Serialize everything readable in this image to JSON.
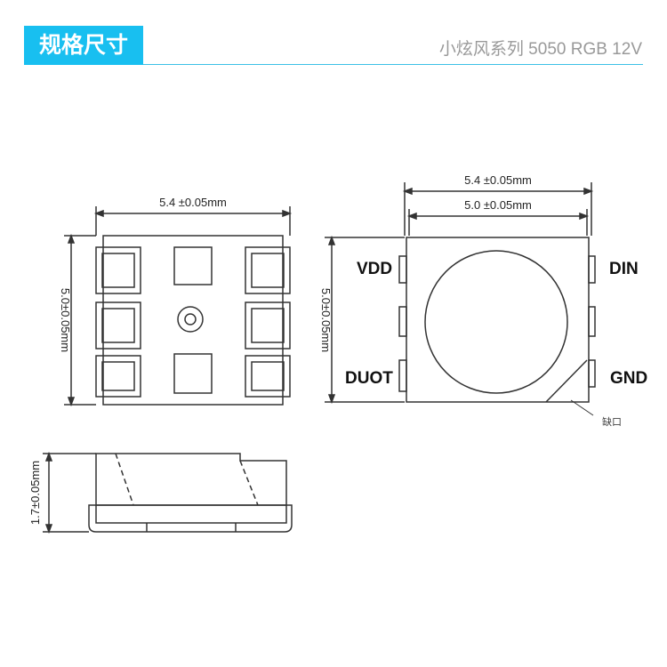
{
  "header": {
    "title": "规格尺寸",
    "subtitle": "小炫风系列 5050 RGB 12V"
  },
  "top_view": {
    "width_label": "5.4 ±0.05mm",
    "height_label": "5.0±0.05mm"
  },
  "front_view": {
    "outer_width_label": "5.4 ±0.05mm",
    "inner_width_label": "5.0 ±0.05mm",
    "height_label": "5.0±0.05mm",
    "pins": {
      "vdd": "VDD",
      "din": "DIN",
      "duot": "DUOT",
      "gnd": "GND"
    },
    "notch_label": "缺口"
  },
  "side_view": {
    "height_label": "1.7±0.05mm"
  },
  "colors": {
    "accent": "#18bff0"
  }
}
